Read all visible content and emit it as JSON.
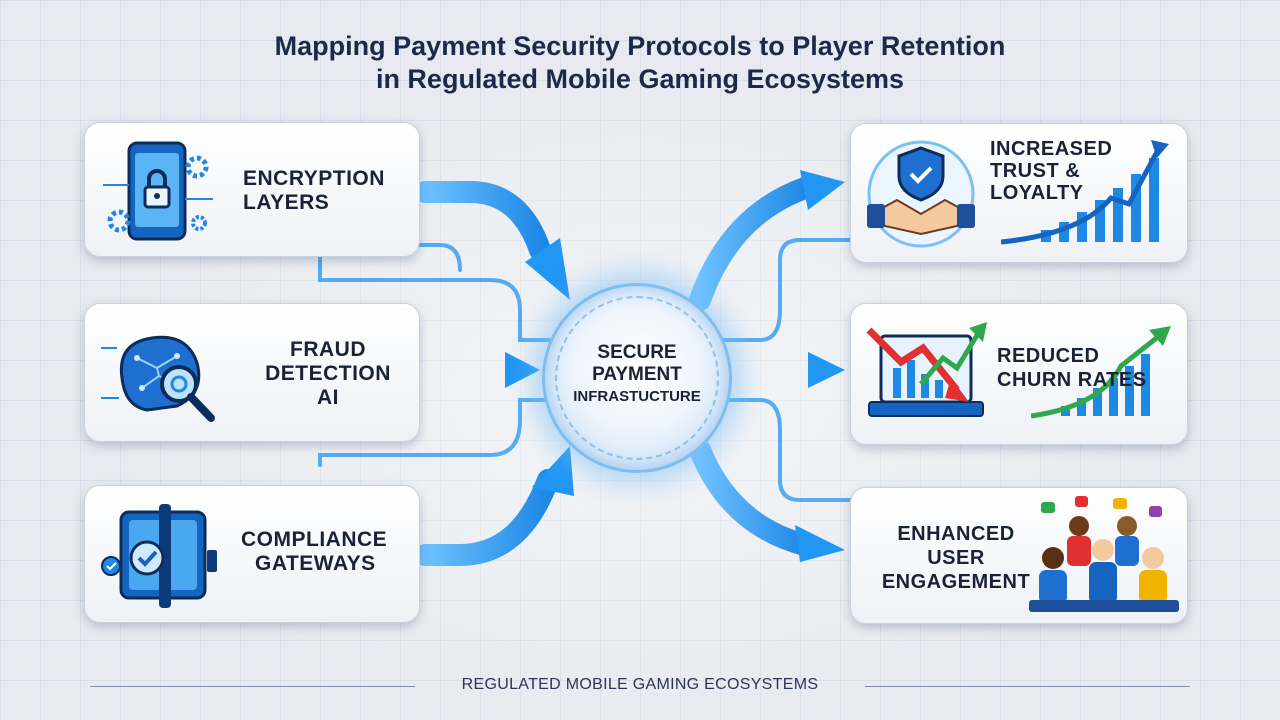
{
  "title": {
    "line1": "Mapping Payment Security Protocols to Player Retention",
    "line2": "in Regulated Mobile Gaming Ecosystems"
  },
  "inputs": [
    {
      "lines": [
        "Encryption",
        "Layers"
      ],
      "icon": "phone-lock-icon"
    },
    {
      "lines": [
        "Fraud",
        "Detection",
        "AI"
      ],
      "icon": "brain-magnifier-icon"
    },
    {
      "lines": [
        "Compliance",
        "Gateways"
      ],
      "icon": "gateway-check-icon"
    }
  ],
  "hub": {
    "lines": [
      "Secure",
      "Payment",
      "Infrastucture"
    ]
  },
  "outputs": [
    {
      "lines": [
        "Increased",
        "Trust &",
        "Loyalty"
      ],
      "icon": "handshake-shield-icon"
    },
    {
      "lines": [
        "Reduced",
        "Churn Rates"
      ],
      "icon": "laptop-trend-icon"
    },
    {
      "lines": [
        "Enhanced",
        "User",
        "Engagement"
      ],
      "icon": "gamers-group-icon"
    }
  ],
  "footer": "REGULATED MOBILE GAMING ECOSYSTEMS",
  "colors": {
    "arrow": "#2f9cf3",
    "arrow_dark": "#1976d2",
    "text": "#1a2236",
    "title": "#1b2a4a",
    "green": "#2ea84a",
    "red": "#e03030"
  }
}
